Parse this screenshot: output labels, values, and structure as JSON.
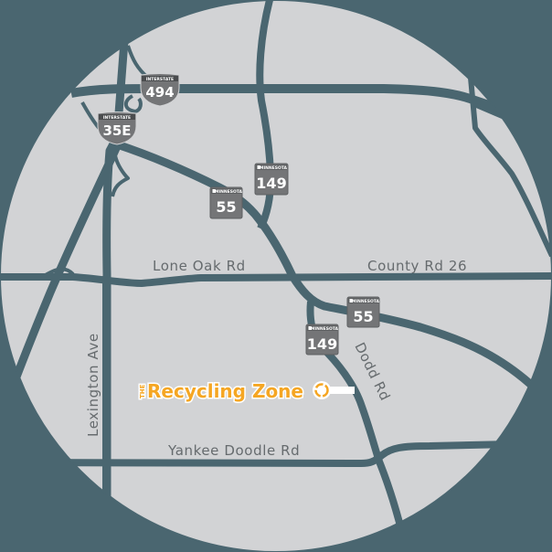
{
  "colors": {
    "background": "#4a6670",
    "land": "#d2d3d5",
    "road": "#4a6670",
    "label": "#666b6e",
    "shield": "#747577",
    "accent": "#f5a623",
    "marker_line": "#ffffff"
  },
  "roads": {
    "lone_oak": "Lone Oak Rd",
    "county_26": "County Rd 26",
    "lexington": "Lexington Ave",
    "dodd": "Dodd Rd",
    "yankee_doodle": "Yankee Doodle Rd"
  },
  "shields": {
    "i494": {
      "type": "interstate",
      "header": "INTERSTATE",
      "number": "494"
    },
    "i35e": {
      "type": "interstate",
      "header": "INTERSTATE",
      "number": "35E"
    },
    "mn55_a": {
      "type": "state",
      "header": "MINNESOTA",
      "number": "55"
    },
    "mn149_a": {
      "type": "state",
      "header": "MINNESOTA",
      "number": "149"
    },
    "mn55_b": {
      "type": "state",
      "header": "MINNESOTA",
      "number": "55"
    },
    "mn149_b": {
      "type": "state",
      "header": "MINNESOTA",
      "number": "149"
    }
  },
  "destination": {
    "prefix": "THE",
    "name": "The Recycling Zone",
    "title": "Recycling Zone",
    "icon": "recycle-icon"
  }
}
